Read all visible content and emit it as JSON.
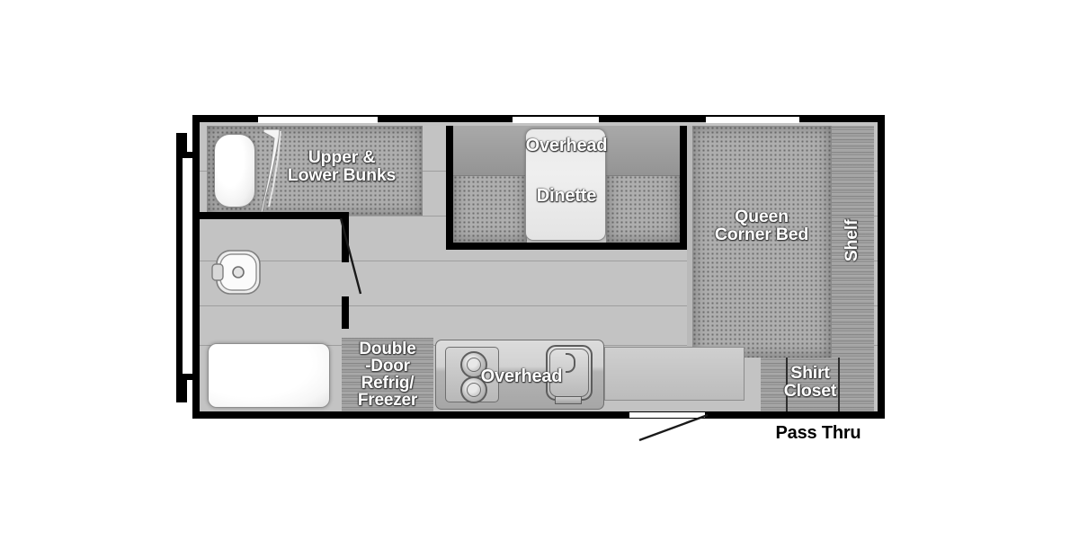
{
  "diagram": {
    "type": "rv-travel-trailer-floorplan",
    "orientation": "top-down",
    "units": "pixels"
  },
  "rooms": [
    {
      "id": "bunks",
      "label": "Upper &\nLower Bunks",
      "texture": "dots"
    },
    {
      "id": "dinette",
      "label": "Dinette",
      "texture": "white-table"
    },
    {
      "id": "overhead_dinette",
      "label": "Overhead",
      "texture": "solid-gray"
    },
    {
      "id": "bed",
      "label": "Queen\nCorner Bed",
      "texture": "dots"
    },
    {
      "id": "shelf",
      "label": "Shelf",
      "texture": "wood",
      "rotated": true
    },
    {
      "id": "fridge",
      "label": "Double\n-Door\nRefrig/\nFreezer",
      "texture": "wood"
    },
    {
      "id": "overhead_galley",
      "label": "Overhead",
      "texture": "counter"
    },
    {
      "id": "shirt_closet",
      "label": "Shirt\nCloset",
      "texture": "wood"
    }
  ],
  "annotations": [
    {
      "id": "pass_thru",
      "label": "Pass Thru",
      "position": "exterior-bottom-right",
      "leader_line": true
    }
  ],
  "fixtures": [
    {
      "id": "bathtub-pillow",
      "name": "bunk-mattress"
    },
    {
      "id": "ladder",
      "name": "bunk-ladder"
    },
    {
      "id": "toilet",
      "name": "toilet"
    },
    {
      "id": "shower",
      "name": "shower-pan"
    },
    {
      "id": "stove",
      "name": "two-burner-cooktop",
      "burners": 2
    },
    {
      "id": "sink",
      "name": "kitchen-sink"
    },
    {
      "id": "door",
      "name": "bathroom-door-swing"
    }
  ],
  "windows": [
    {
      "id": "window-bunks",
      "wall": "top"
    },
    {
      "id": "window-dinette",
      "wall": "top"
    },
    {
      "id": "window-bed",
      "wall": "top"
    }
  ],
  "colors": {
    "wall": "#000000",
    "floor": "#c3c3c3",
    "upholstery": "#aeaeae",
    "wood": "#9a9a9a",
    "label_text": "#ffffff",
    "exterior_label_text": "#000000",
    "background": "#ffffff"
  }
}
